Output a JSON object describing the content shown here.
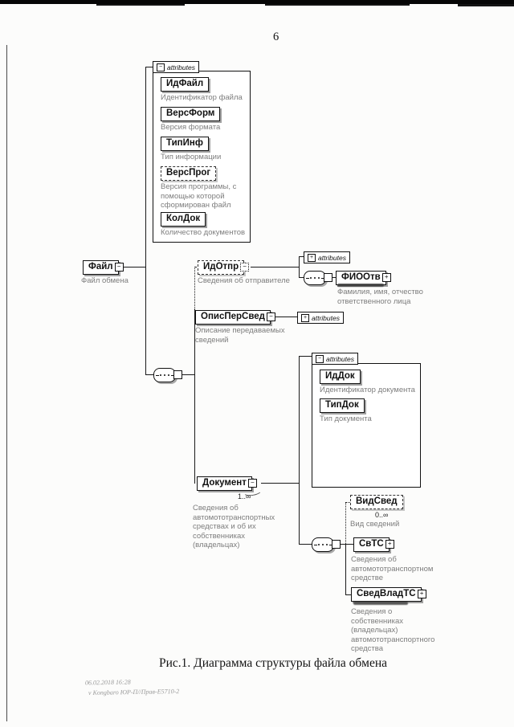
{
  "page": {
    "number": "6",
    "caption": "Рис.1. Диаграмма структуры файла обмена",
    "footer": {
      "line1": "06.02.2018 16:28",
      "line2": "v Kongbaro ЮР-П//Прав-Е5710-2"
    }
  },
  "icons": {
    "collapse": "−",
    "expand": "+"
  },
  "labels": {
    "attributes": "attributes"
  },
  "diagram": {
    "file": {
      "name": "Файл",
      "description": "Файл обмена"
    },
    "file_attributes": [
      {
        "name": "ИдФайл",
        "description": "Идентификатор файла"
      },
      {
        "name": "ВерсФорм",
        "description": "Версия формата"
      },
      {
        "name": "ТипИнф",
        "description": "Тип информации"
      },
      {
        "name": "ВерсПрог",
        "description": "Версия программы, с помощью которой сформирован файл"
      },
      {
        "name": "КолДок",
        "description": "Количество документов"
      }
    ],
    "id_otpr": {
      "name": "ИдОтпр",
      "description": "Сведения об отправителе"
    },
    "fio_otv": {
      "name": "ФИООтв",
      "description": "Фамилия, имя, отчество ответственного лица"
    },
    "opis_per_sved": {
      "name": "ОписПерСвед",
      "description": "Описание передаваемых сведений"
    },
    "dokument": {
      "name": "Документ",
      "cardinality": "1..∞",
      "description": "Сведения об автомототранспортных средствах и об их собственниках (владельцах)"
    },
    "dokument_attributes": [
      {
        "name": "ИдДок",
        "description": "Идентификатор документа"
      },
      {
        "name": "ТипДок",
        "description": "Тип документа"
      }
    ],
    "vid_sved": {
      "name": "ВидСвед",
      "cardinality": "0..∞",
      "description": "Вид сведений"
    },
    "sv_ts": {
      "name": "СвТС",
      "description": "Сведения об автомототранспортном средстве"
    },
    "sved_vlad_ts": {
      "name": "СведВладТС",
      "description": "Сведения о собственниках (владельцах) автомототранспортного средства"
    }
  }
}
